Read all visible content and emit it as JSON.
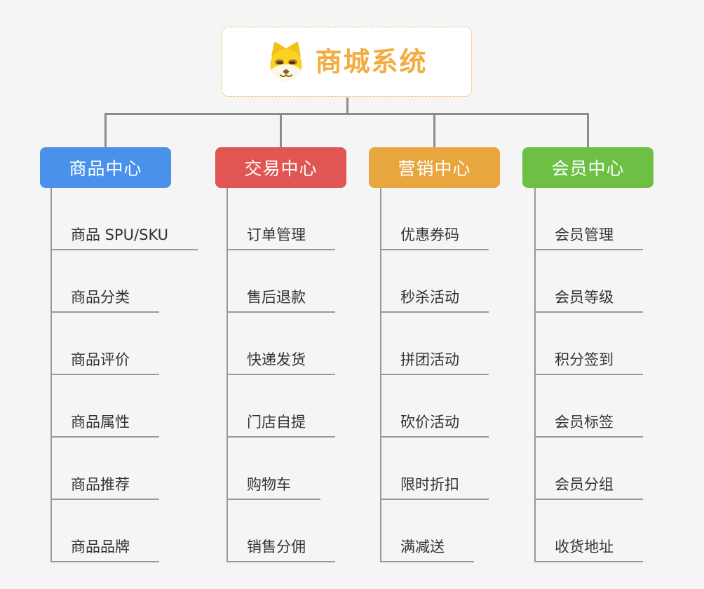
{
  "canvas": {
    "background": "#f5f5f5",
    "connector_color": "#8c8c8c",
    "leaf_line_color": "#999999",
    "leaf_text_color": "#333333"
  },
  "root": {
    "title": "商城系统",
    "icon": "dog-face-icon",
    "text_color": "#f2ac3f",
    "border_color": "#eda640",
    "background": "#ffffff"
  },
  "branches": [
    {
      "label": "商品中心",
      "color": "#4a91ec",
      "children": [
        "商品 SPU/SKU",
        "商品分类",
        "商品评价",
        "商品属性",
        "商品推荐",
        "商品品牌"
      ]
    },
    {
      "label": "交易中心",
      "color": "#e15652",
      "children": [
        "订单管理",
        "售后退款",
        "快递发货",
        "门店自提",
        "购物车",
        "销售分佣"
      ]
    },
    {
      "label": "营销中心",
      "color": "#e8a63e",
      "children": [
        "优惠券码",
        "秒杀活动",
        "拼团活动",
        "砍价活动",
        "限时折扣",
        "满减送"
      ]
    },
    {
      "label": "会员中心",
      "color": "#6ec045",
      "children": [
        "会员管理",
        "会员等级",
        "积分签到",
        "会员标签",
        "会员分组",
        "收货地址"
      ]
    }
  ]
}
